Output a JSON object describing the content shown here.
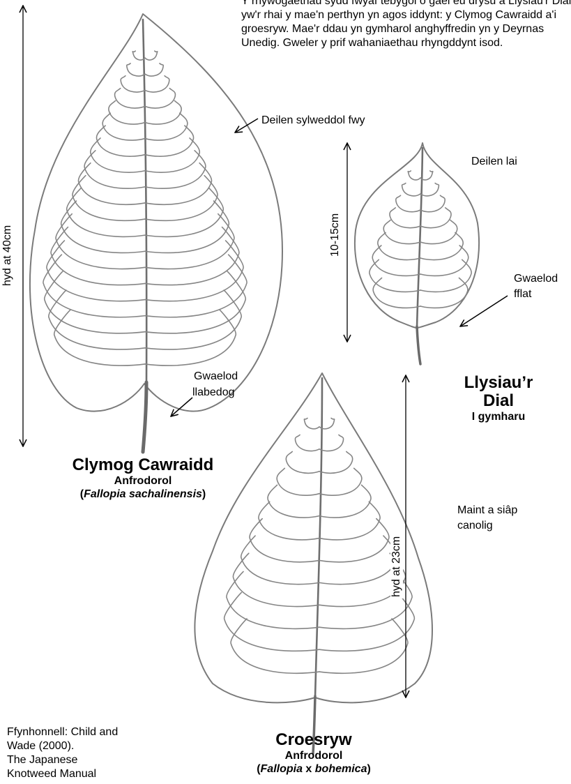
{
  "intro_text": "Y rhywogaethau sydd fwyaf tebygol o gael eu drysu â Llysiau'r Dial yw'r rhai y mae'n perthyn yn agos iddynt: y Clymog Cawraidd a'i groesryw. Mae'r ddau yn gymharol anghyffredin yn y Deyrnas Unedig. Gweler y prif wahaniaethau rhyngddynt isod.",
  "giant": {
    "measure": "hyd at 40cm",
    "leaf_note": "Deilen sylweddol fwy",
    "base_note_line1": "Gwaelod",
    "base_note_line2": "llabedog",
    "name": "Clymog Cawraidd",
    "status": "Anfrodorol",
    "latin_open": "(",
    "latin": "Fallopia sachalinensis",
    "latin_close": ")"
  },
  "knotweed": {
    "measure": "10-15cm",
    "leaf_note": "Deilen lai",
    "base_note_line1": "Gwaelod",
    "base_note_line2": "fflat",
    "name_line1": "Llysiau’r",
    "name_line2": "Dial",
    "compare": "I gymharu"
  },
  "hybrid": {
    "measure": "hyd at 23cm",
    "size_note_line1": "Maint a siâp",
    "size_note_line2": "canolig",
    "name": "Croesryw",
    "status": "Anfrodorol",
    "latin_open": "(",
    "latin_genus": "Fallopia",
    "latin_x": " x ",
    "latin_species": "bohemica",
    "latin_close": ")"
  },
  "source": {
    "line1": "Ffynhonnell: Child and",
    "line2": "Wade (2000).",
    "line3": "The Japanese",
    "line4": "Knotweed Manual"
  }
}
